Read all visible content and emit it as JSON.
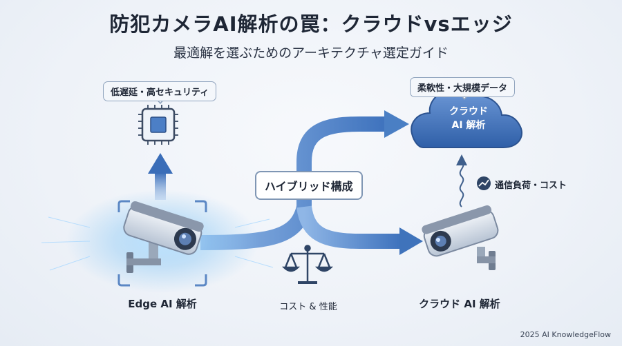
{
  "title": "防犯カメラAI解析の罠：クラウドvsエッジ",
  "subtitle": "最適解を選ぶためのアーキテクチャ選定ガイド",
  "edge": {
    "badge": "低遅延・高セキュリティ",
    "caption": "Edge AI 解析"
  },
  "cloud": {
    "badge": "柔軟性・大規模データ",
    "cloud_line1": "クラウド",
    "cloud_line2": "AI 解析",
    "caption": "クラウド AI 解析",
    "traffic_label": "通信負荷・コスト"
  },
  "hybrid": {
    "label": "ハイブリッド構成",
    "scale_caption": "コスト & 性能"
  },
  "footer": "2025 AI KnowledgeFlow",
  "colors": {
    "arrow_blue": "#4a7fc4",
    "cloud_blue": "#3f73bb",
    "title_text": "#1e2635"
  }
}
